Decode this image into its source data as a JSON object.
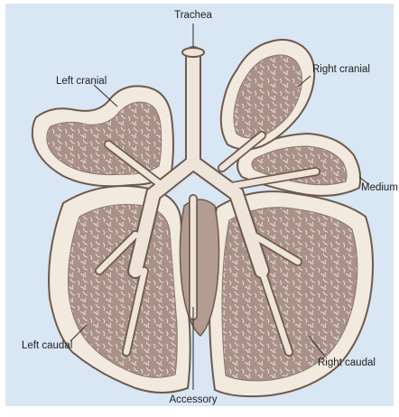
{
  "colors": {
    "background": "#d9e6f3",
    "lung_outer": "#f2e9df",
    "lung_outline": "#6e5a4c",
    "lung_interior": "#a99189",
    "airway": "#efe4da",
    "leader_line": "#2a2a2a"
  },
  "labels": {
    "trachea": "Trachea",
    "left_cranial": "Left cranial",
    "right_cranial": "Right cranial",
    "medium": "Medium",
    "left_caudal": "Left caudal",
    "right_caudal": "Right caudal",
    "accessory": "Accessory"
  }
}
